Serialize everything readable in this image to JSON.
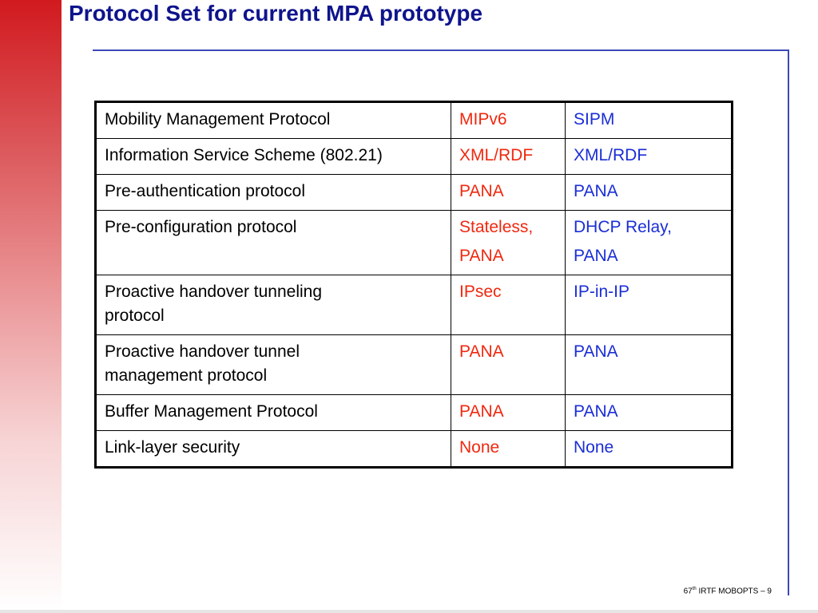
{
  "slide": {
    "title": "Protocol Set for current MPA prototype",
    "footer": {
      "number": "67",
      "superscript": "th",
      "text": " IRTF MOBOPTS  – 9"
    }
  },
  "colors": {
    "accent_red": "#d11a1f",
    "title_blue": "#0e148c",
    "rule_blue": "#3c48b8",
    "col_a_red": "#f0280f",
    "col_b_blue": "#1a2ed6"
  },
  "table": {
    "rows": [
      {
        "name": [
          "Mobility Management Protocol"
        ],
        "a": [
          "MIPv6"
        ],
        "b": [
          "SIPM"
        ]
      },
      {
        "name": [
          "Information Service Scheme (802.21)"
        ],
        "a": [
          "XML/RDF"
        ],
        "b": [
          "XML/RDF"
        ]
      },
      {
        "name": [
          "Pre-authentication protocol"
        ],
        "a": [
          "PANA"
        ],
        "b": [
          "PANA"
        ]
      },
      {
        "name": [
          "Pre-configuration protocol"
        ],
        "a": [
          "Stateless,",
          "PANA"
        ],
        "b": [
          "DHCP Relay,",
          "PANA"
        ]
      },
      {
        "name": [
          "Proactive handover tunneling",
          "protocol"
        ],
        "a": [
          "IPsec"
        ],
        "b": [
          "IP-in-IP"
        ]
      },
      {
        "name": [
          "Proactive handover tunnel",
          "management protocol"
        ],
        "a": [
          "PANA"
        ],
        "b": [
          "PANA"
        ]
      },
      {
        "name": [
          "Buffer Management Protocol"
        ],
        "a": [
          "PANA"
        ],
        "b": [
          "PANA"
        ]
      },
      {
        "name": [
          "Link-layer security"
        ],
        "a": [
          "None"
        ],
        "b": [
          "None"
        ]
      }
    ]
  }
}
